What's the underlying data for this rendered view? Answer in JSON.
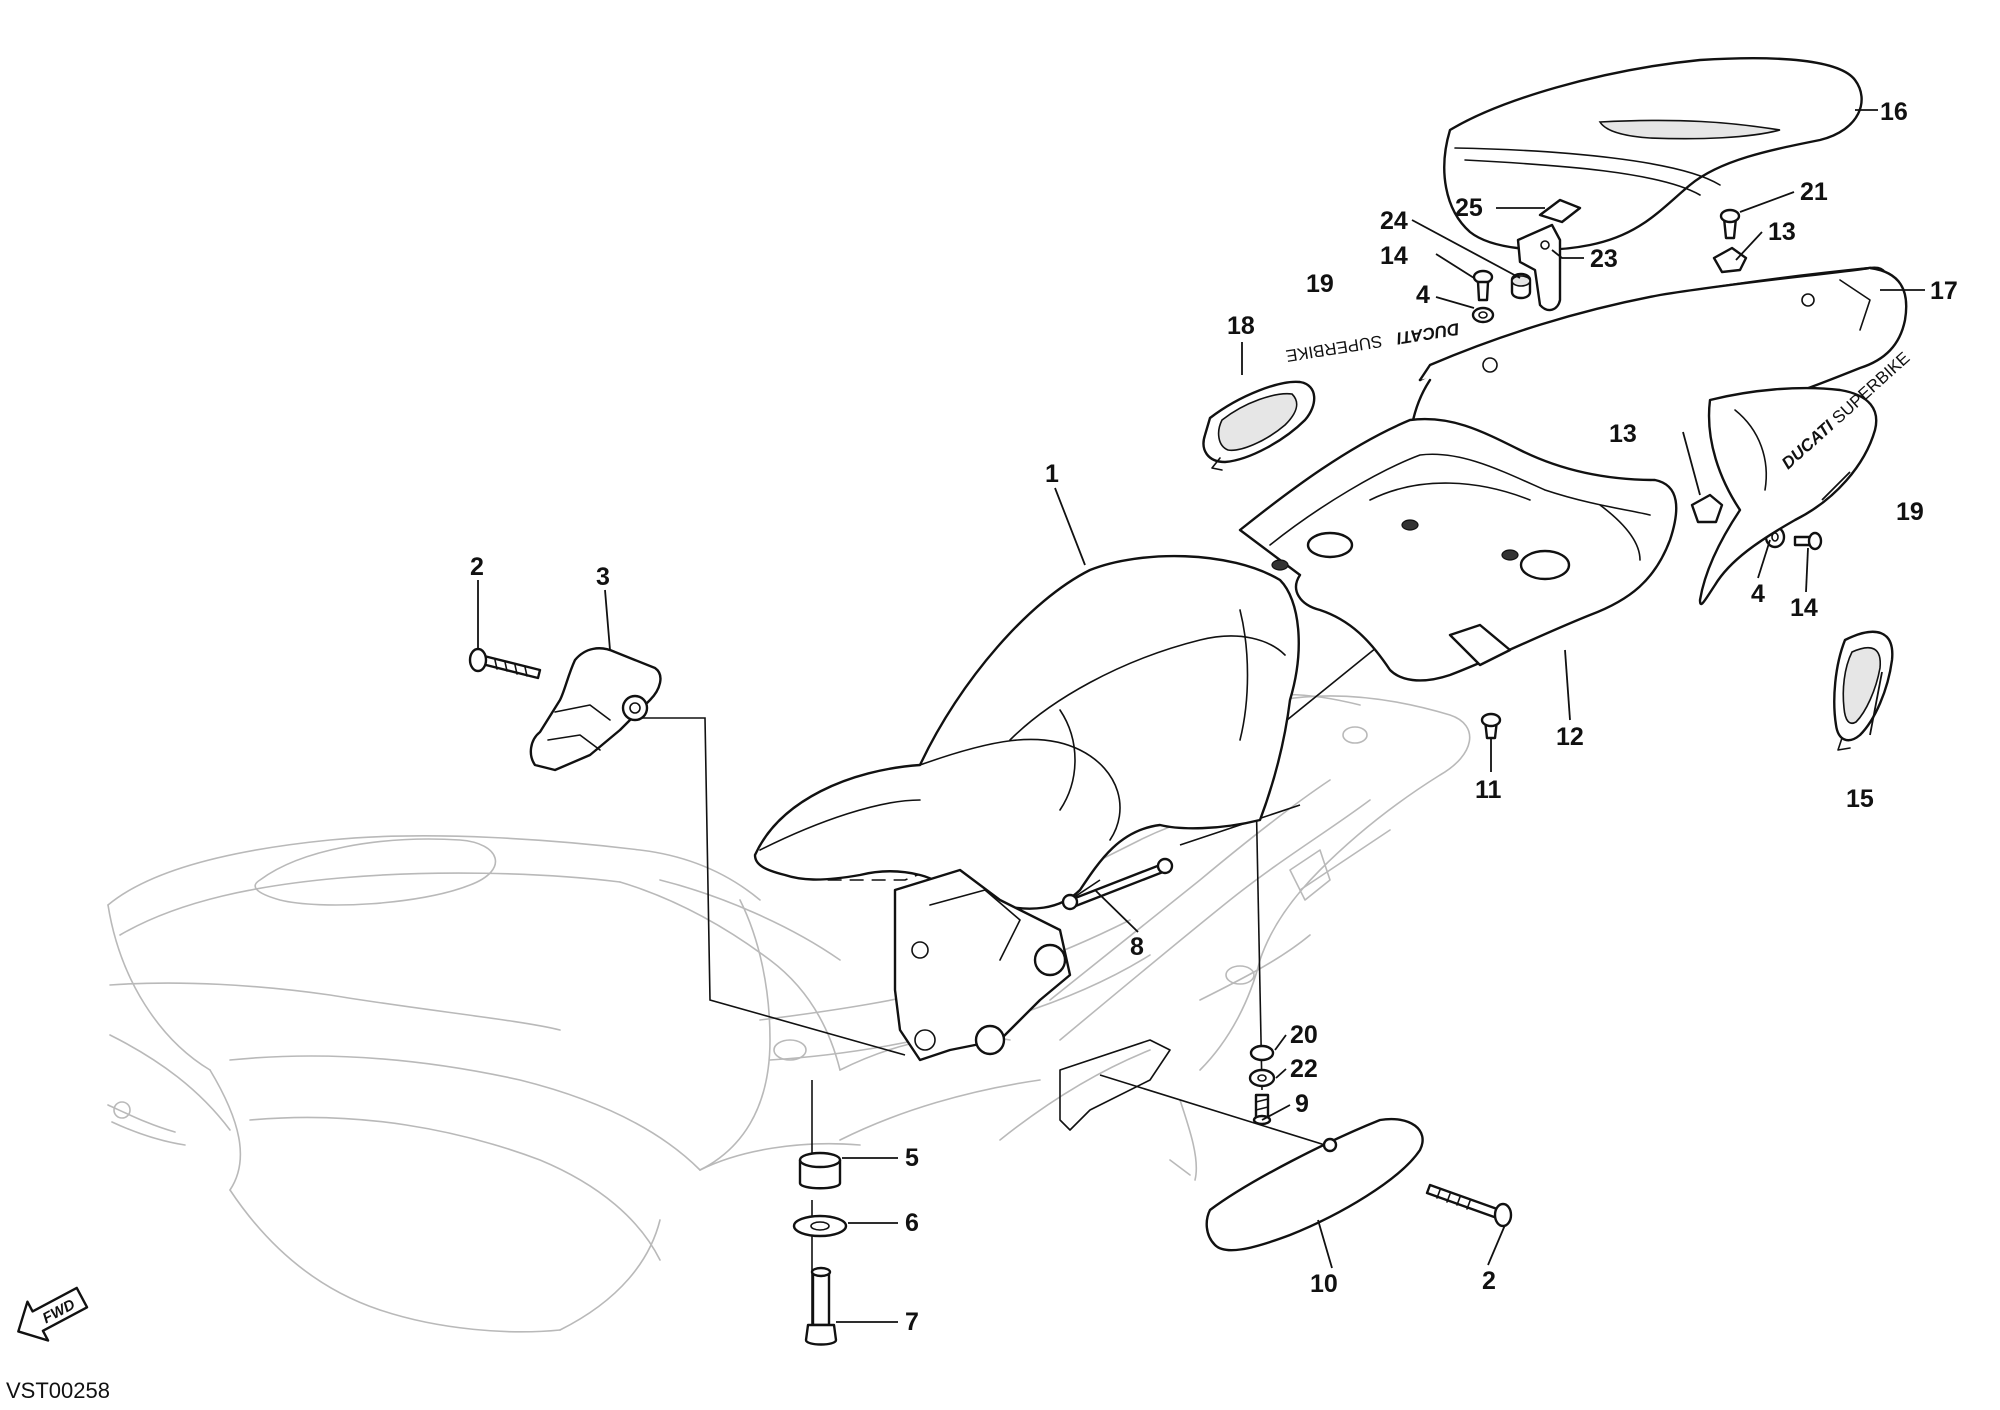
{
  "diagram": {
    "drawing_code": "VST00258",
    "fwd_label": "FWD",
    "decal_text": {
      "brand": "DUCATI",
      "model": "SUPERBIKE"
    },
    "callouts": [
      {
        "id": "c1",
        "label": "1"
      },
      {
        "id": "c2a",
        "label": "2"
      },
      {
        "id": "c2b",
        "label": "2"
      },
      {
        "id": "c3",
        "label": "3"
      },
      {
        "id": "c4a",
        "label": "4"
      },
      {
        "id": "c4b",
        "label": "4"
      },
      {
        "id": "c5",
        "label": "5"
      },
      {
        "id": "c6",
        "label": "6"
      },
      {
        "id": "c7",
        "label": "7"
      },
      {
        "id": "c8",
        "label": "8"
      },
      {
        "id": "c9",
        "label": "9"
      },
      {
        "id": "c10",
        "label": "10"
      },
      {
        "id": "c11",
        "label": "11"
      },
      {
        "id": "c12",
        "label": "12"
      },
      {
        "id": "c13a",
        "label": "13"
      },
      {
        "id": "c13b",
        "label": "13"
      },
      {
        "id": "c14a",
        "label": "14"
      },
      {
        "id": "c14b",
        "label": "14"
      },
      {
        "id": "c15",
        "label": "15"
      },
      {
        "id": "c16",
        "label": "16"
      },
      {
        "id": "c17",
        "label": "17"
      },
      {
        "id": "c18",
        "label": "18"
      },
      {
        "id": "c19a",
        "label": "19"
      },
      {
        "id": "c19b",
        "label": "19"
      },
      {
        "id": "c20",
        "label": "20"
      },
      {
        "id": "c21",
        "label": "21"
      },
      {
        "id": "c22",
        "label": "22"
      },
      {
        "id": "c23",
        "label": "23"
      },
      {
        "id": "c24",
        "label": "24"
      },
      {
        "id": "c25",
        "label": "25"
      }
    ]
  }
}
